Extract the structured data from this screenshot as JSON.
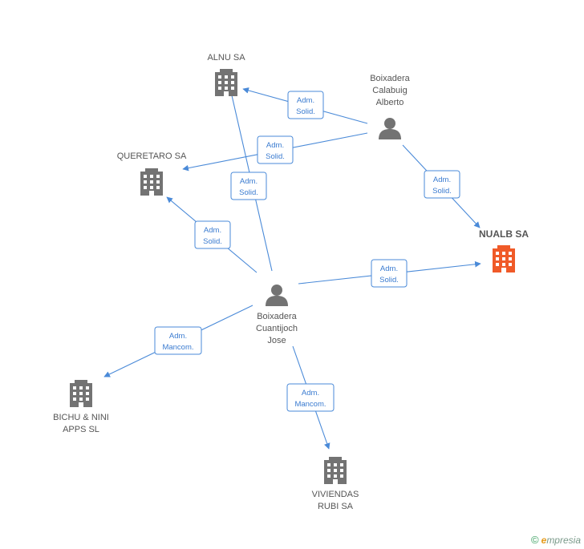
{
  "colors": {
    "node": "#737373",
    "highlight": "#f05a28",
    "edge": "#4a8ad8"
  },
  "nodes": [
    {
      "id": "alnu",
      "type": "company",
      "label": [
        "ALNU SA"
      ]
    },
    {
      "id": "boixadera_calabuig",
      "type": "person",
      "label": [
        "Boixadera",
        "Calabuig",
        "Alberto"
      ]
    },
    {
      "id": "queretaro",
      "type": "company",
      "label": [
        "QUERETARO SA"
      ]
    },
    {
      "id": "nualb",
      "type": "company",
      "label": [
        "NUALB SA"
      ],
      "highlight": true
    },
    {
      "id": "boixadera_cuantijoch",
      "type": "person",
      "label": [
        "Boixadera",
        "Cuantijoch",
        "Jose"
      ]
    },
    {
      "id": "bichu",
      "type": "company",
      "label": [
        "BICHU & NINI",
        "APPS SL"
      ]
    },
    {
      "id": "viviendas",
      "type": "company",
      "label": [
        "VIVIENDAS",
        "RUBI SA"
      ]
    }
  ],
  "edges": [
    {
      "from": "boixadera_calabuig",
      "to": "alnu",
      "label": [
        "Adm.",
        "Solid."
      ]
    },
    {
      "from": "boixadera_calabuig",
      "to": "queretaro",
      "label": [
        "Adm.",
        "Solid."
      ]
    },
    {
      "from": "boixadera_calabuig",
      "to": "nualb",
      "label": [
        "Adm.",
        "Solid."
      ]
    },
    {
      "from": "boixadera_cuantijoch",
      "to": "alnu",
      "label": [
        "Adm.",
        "Solid."
      ]
    },
    {
      "from": "boixadera_cuantijoch",
      "to": "queretaro",
      "label": [
        "Adm.",
        "Solid."
      ]
    },
    {
      "from": "boixadera_cuantijoch",
      "to": "nualb",
      "label": [
        "Adm.",
        "Solid."
      ]
    },
    {
      "from": "boixadera_cuantijoch",
      "to": "bichu",
      "label": [
        "Adm.",
        "Mancom."
      ]
    },
    {
      "from": "boixadera_cuantijoch",
      "to": "viviendas",
      "label": [
        "Adm.",
        "Mancom."
      ]
    }
  ],
  "brand": {
    "copyright": "©",
    "first_letter": "e",
    "rest": "mpresia"
  }
}
